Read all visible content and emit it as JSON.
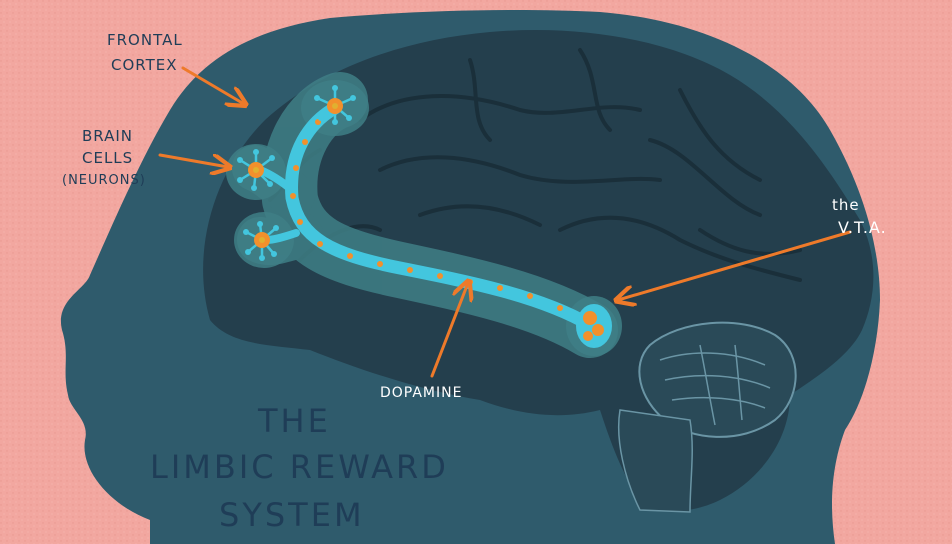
{
  "labels": {
    "frontal_cortex": [
      "FRONTAL",
      "CORTEX"
    ],
    "brain_cells": [
      "BRAIN",
      "CELLS",
      "(NEURONS)"
    ],
    "vta": [
      "the",
      "V.T.A."
    ],
    "dopamine": "DOPAMINE"
  },
  "title": [
    "THE",
    "LIMBIC REWARD",
    "SYSTEM"
  ],
  "colors": {
    "background": "#f2a7a0",
    "head": "#2f5b6c",
    "brain": "#243f4d",
    "pathway_glow": "#3f7f86",
    "pathway": "#43c6de",
    "dopamine_dots": "#f2902c",
    "arrows": "#ee7a2a",
    "label_dark": "#1f3d57",
    "label_light": "#ffffff"
  },
  "icons": [
    "neuron-icon",
    "arrow-icon"
  ]
}
